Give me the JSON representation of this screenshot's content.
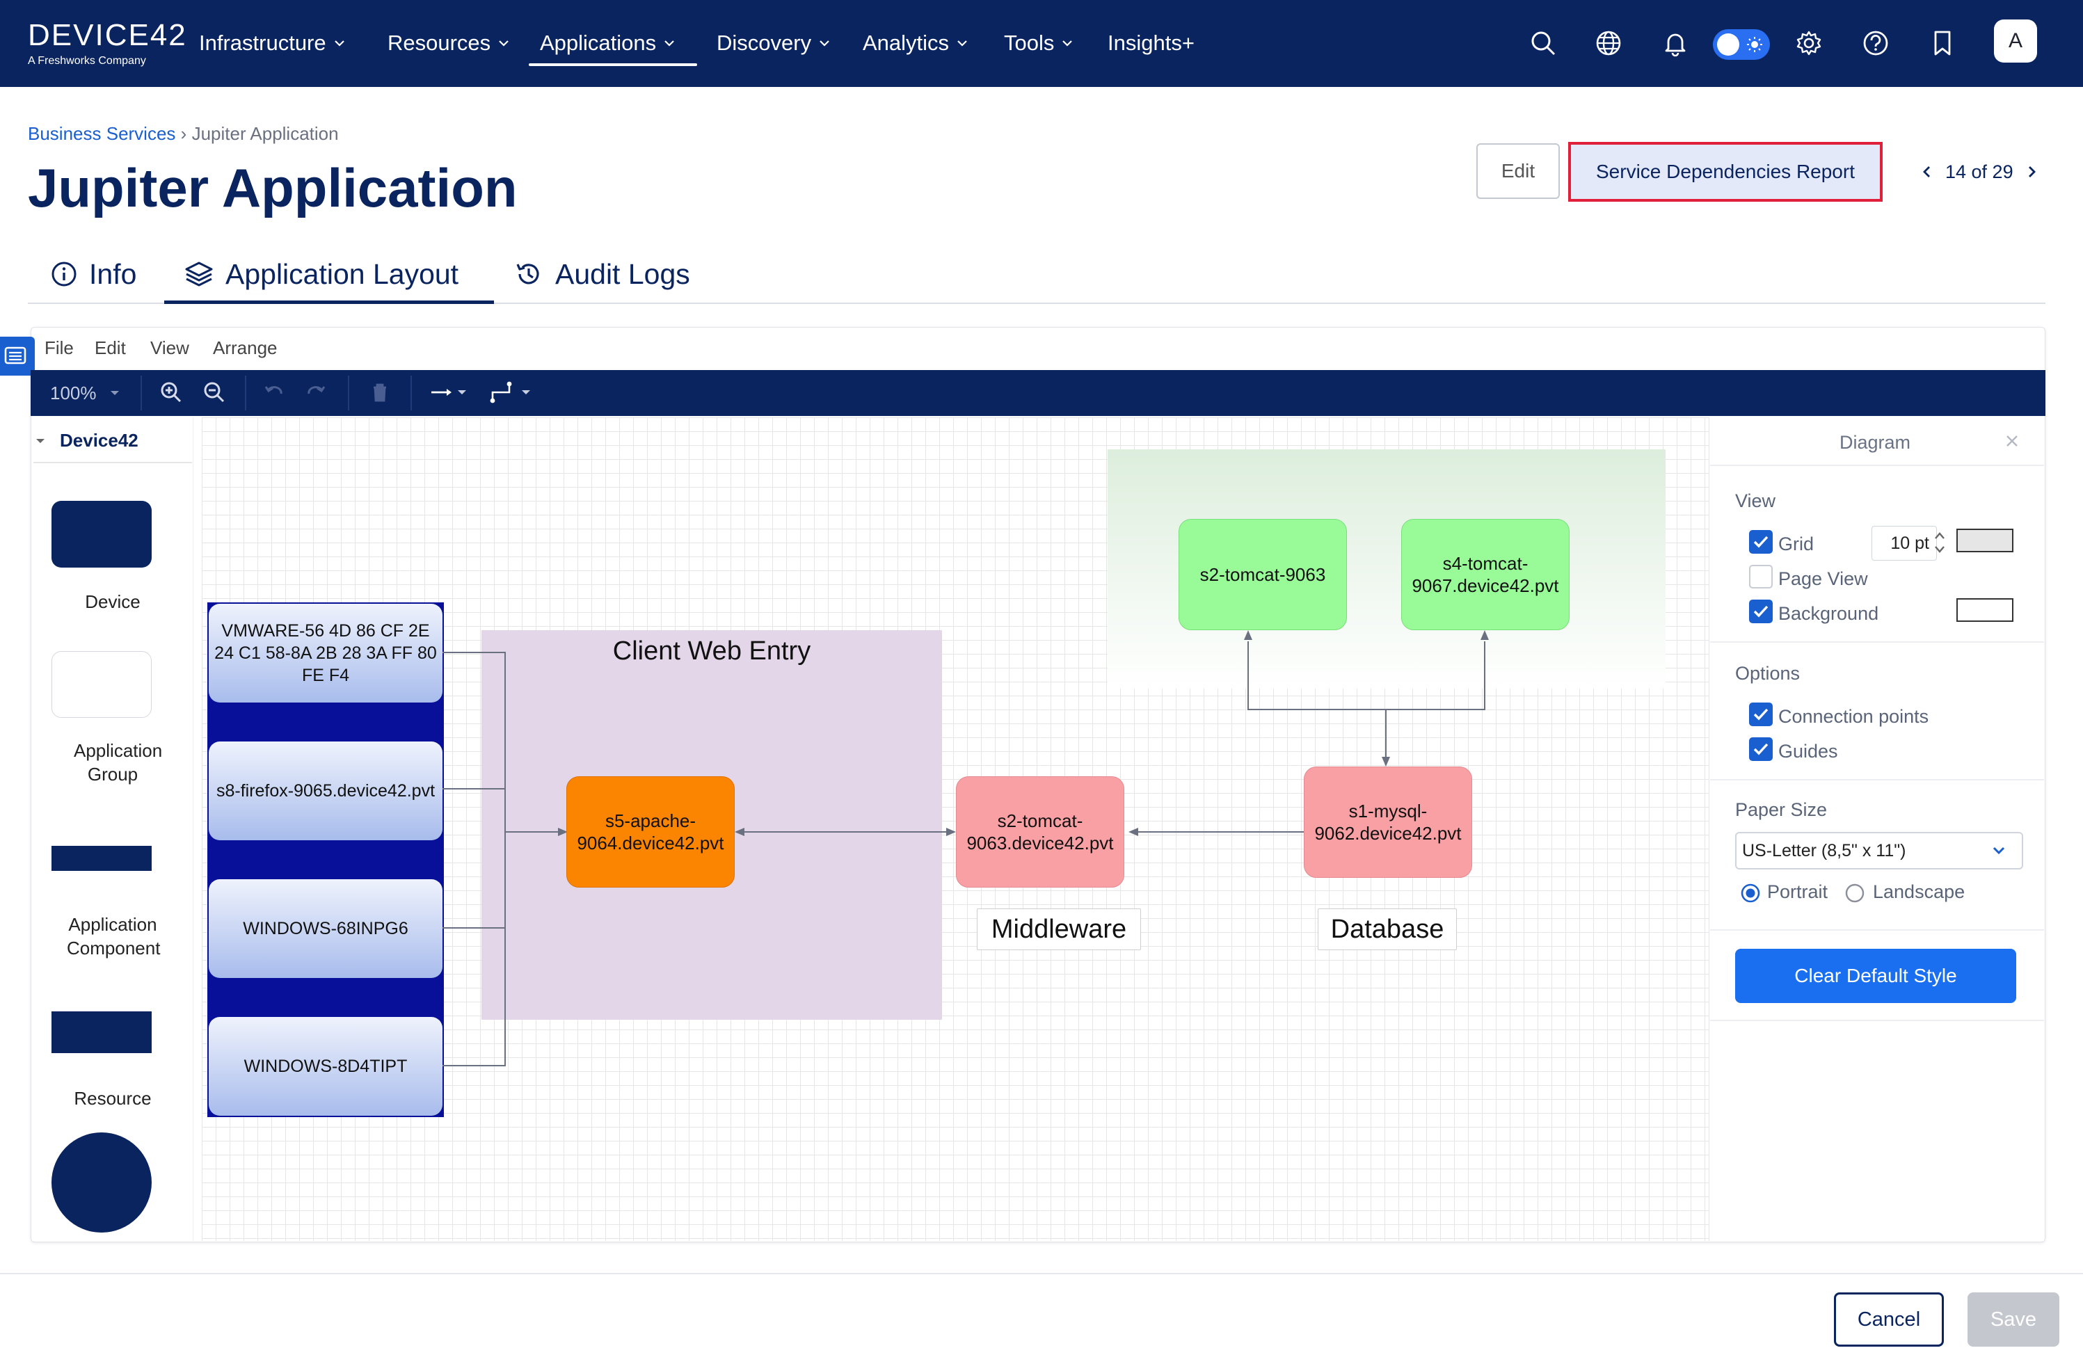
{
  "brand": {
    "logo": "DEVICE42",
    "subtitle": "A Freshworks Company"
  },
  "nav": {
    "items": [
      "Infrastructure",
      "Resources",
      "Applications",
      "Discovery",
      "Analytics",
      "Tools",
      "Insights+"
    ],
    "active": "Applications",
    "icons": [
      "search-icon",
      "globe-icon",
      "bell-icon",
      "theme-toggle",
      "gear-icon",
      "help-icon",
      "bookmark-icon"
    ],
    "avatar": "A"
  },
  "breadcrumb": {
    "parent": "Business Services",
    "separator": "›",
    "current": "Jupiter Application"
  },
  "page": {
    "title": "Jupiter Application"
  },
  "actions": {
    "edit": "Edit",
    "report": "Service Dependencies Report"
  },
  "pager": {
    "text": "14 of 29"
  },
  "tabs": [
    {
      "label": "Info",
      "icon": "info-icon"
    },
    {
      "label": "Application Layout",
      "icon": "layers-icon",
      "active": true
    },
    {
      "label": "Audit Logs",
      "icon": "history-icon"
    }
  ],
  "editor": {
    "menu": [
      "File",
      "Edit",
      "View",
      "Arrange"
    ],
    "zoom": "100%"
  },
  "shapes": {
    "group": "Device42",
    "items": [
      "Device",
      "Application Group",
      "Application Component",
      "Resource"
    ]
  },
  "diagram": {
    "devices": [
      "VMWARE-56 4D 86 CF 2E 24 C1 58-8A 2B 28 3A FF 80 FE F4",
      "s8-firefox-9065.device42.pvt",
      "WINDOWS-68INPG6",
      "WINDOWS-8D4TIPT"
    ],
    "group_client": "Client Web Entry",
    "apache": "s5-apache-9064.device42.pvt",
    "middleware_node": "s2-tomcat-9063.device42.pvt",
    "middleware_label": "Middleware",
    "database_node": "s1-mysql-9062.device42.pvt",
    "database_label": "Database",
    "green_1": "s2-tomcat-9063",
    "green_2": "s4-tomcat-9067.device42.pvt",
    "colors": {
      "navy": "#0a2460",
      "orange": "#fb8500",
      "pink": "#f9a0a4",
      "green": "#98fb98",
      "lavender": "#e2d6e8"
    }
  },
  "panel": {
    "title": "Diagram",
    "view_head": "View",
    "grid": "Grid",
    "grid_size": "10 pt",
    "page_view": "Page View",
    "background": "Background",
    "options_head": "Options",
    "connection_points": "Connection points",
    "guides": "Guides",
    "paper_head": "Paper Size",
    "paper_value": "US-Letter (8,5\" x 11\")",
    "portrait": "Portrait",
    "landscape": "Landscape",
    "clear_style": "Clear Default Style"
  },
  "footer": {
    "cancel": "Cancel",
    "save": "Save"
  }
}
